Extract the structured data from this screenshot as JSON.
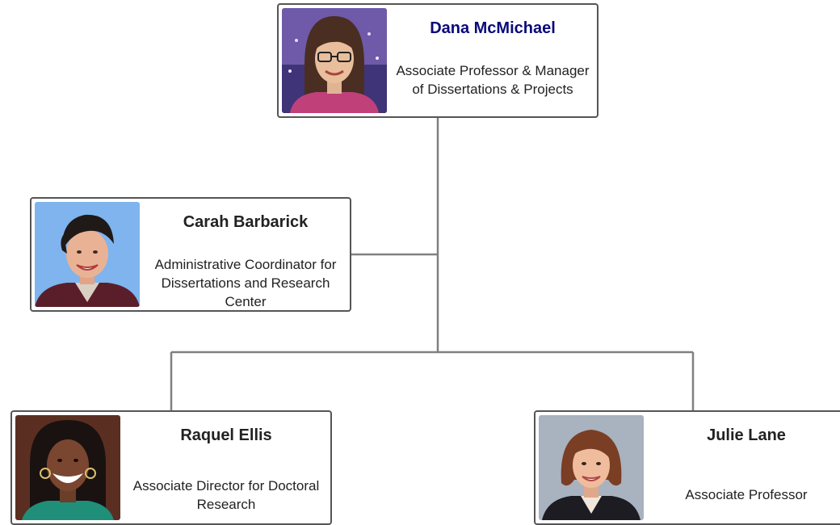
{
  "org_chart": {
    "root": {
      "name": "Dana McMichael",
      "title": "Associate Professor & Manager of Dissertations & Projects",
      "photo_icon": "portrait-photo",
      "name_color": "#0a0a7a"
    },
    "staff": {
      "name": "Carah Barbarick",
      "title": "Administrative Coordinator for Dissertations and Research Center",
      "photo_icon": "portrait-photo"
    },
    "reports": [
      {
        "name": "Raquel Ellis",
        "title": "Associate Director for Doctoral Research",
        "photo_icon": "portrait-photo"
      },
      {
        "name": "Julie Lane",
        "title": "Associate Professor",
        "photo_icon": "portrait-photo"
      }
    ],
    "connector_color": "#808080",
    "border_color": "#555555"
  }
}
